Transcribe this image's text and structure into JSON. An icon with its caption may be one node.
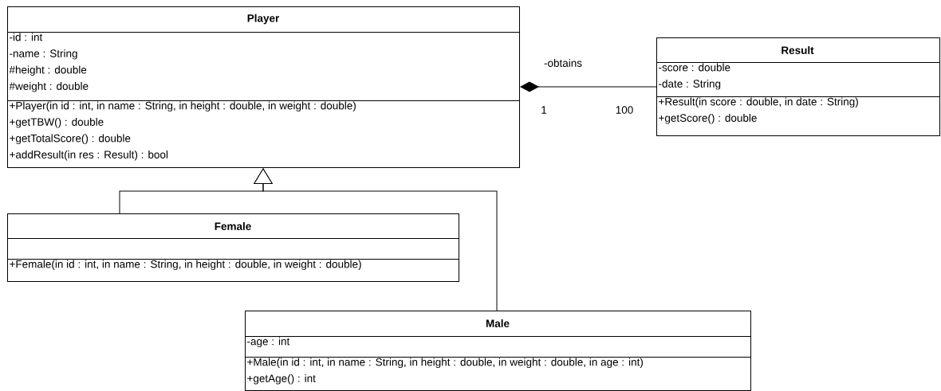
{
  "diagram": {
    "nodes": [
      {
        "text": [
          "Player"
        ]
      },
      {
        "text": [
          "-id : int",
          "-name : String",
          "#height : double",
          "#weight : double"
        ],
        "in": 0
      },
      {
        "text": [
          "+Player(in id : int, in name : String, in height : double, in weight : double)",
          "+getTBW() : double",
          "+getTotalScore() : double",
          "+addResult(in res : Result) : bool"
        ],
        "in": 0
      },
      {
        "text": [
          "Result"
        ]
      },
      {
        "text": [
          "-score : double",
          "-date : String"
        ],
        "in": 3
      },
      {
        "text": [
          "+Result(in score : double, in date : String)",
          "+getScore() : double"
        ],
        "in": 3
      },
      {
        "text": [
          "Female"
        ]
      },
      {
        "text": [],
        "shape": "box",
        "in": 6
      },
      {
        "text": [
          "+Female(in id : int, in name : String, in height : double, in weight : double)"
        ],
        "in": 6
      },
      {
        "text": [
          "Male"
        ]
      },
      {
        "text": [
          "-age : int"
        ],
        "in": 9
      },
      {
        "text": [
          "+Male(in id : int, in name : String, in height : double, in weight : double, in age : int)",
          "+getAge() : int"
        ],
        "in": 9
      }
    ],
    "edges": [
      {
        "from": 0,
        "to": 3,
        "arrow": "other",
        "label": "-obtains"
      },
      {
        "from": 6,
        "to": 0,
        "arrow": "to"
      },
      {
        "from": 9,
        "to": 0,
        "arrow": "to"
      }
    ],
    "labels": [
      "1",
      "100"
    ]
  }
}
